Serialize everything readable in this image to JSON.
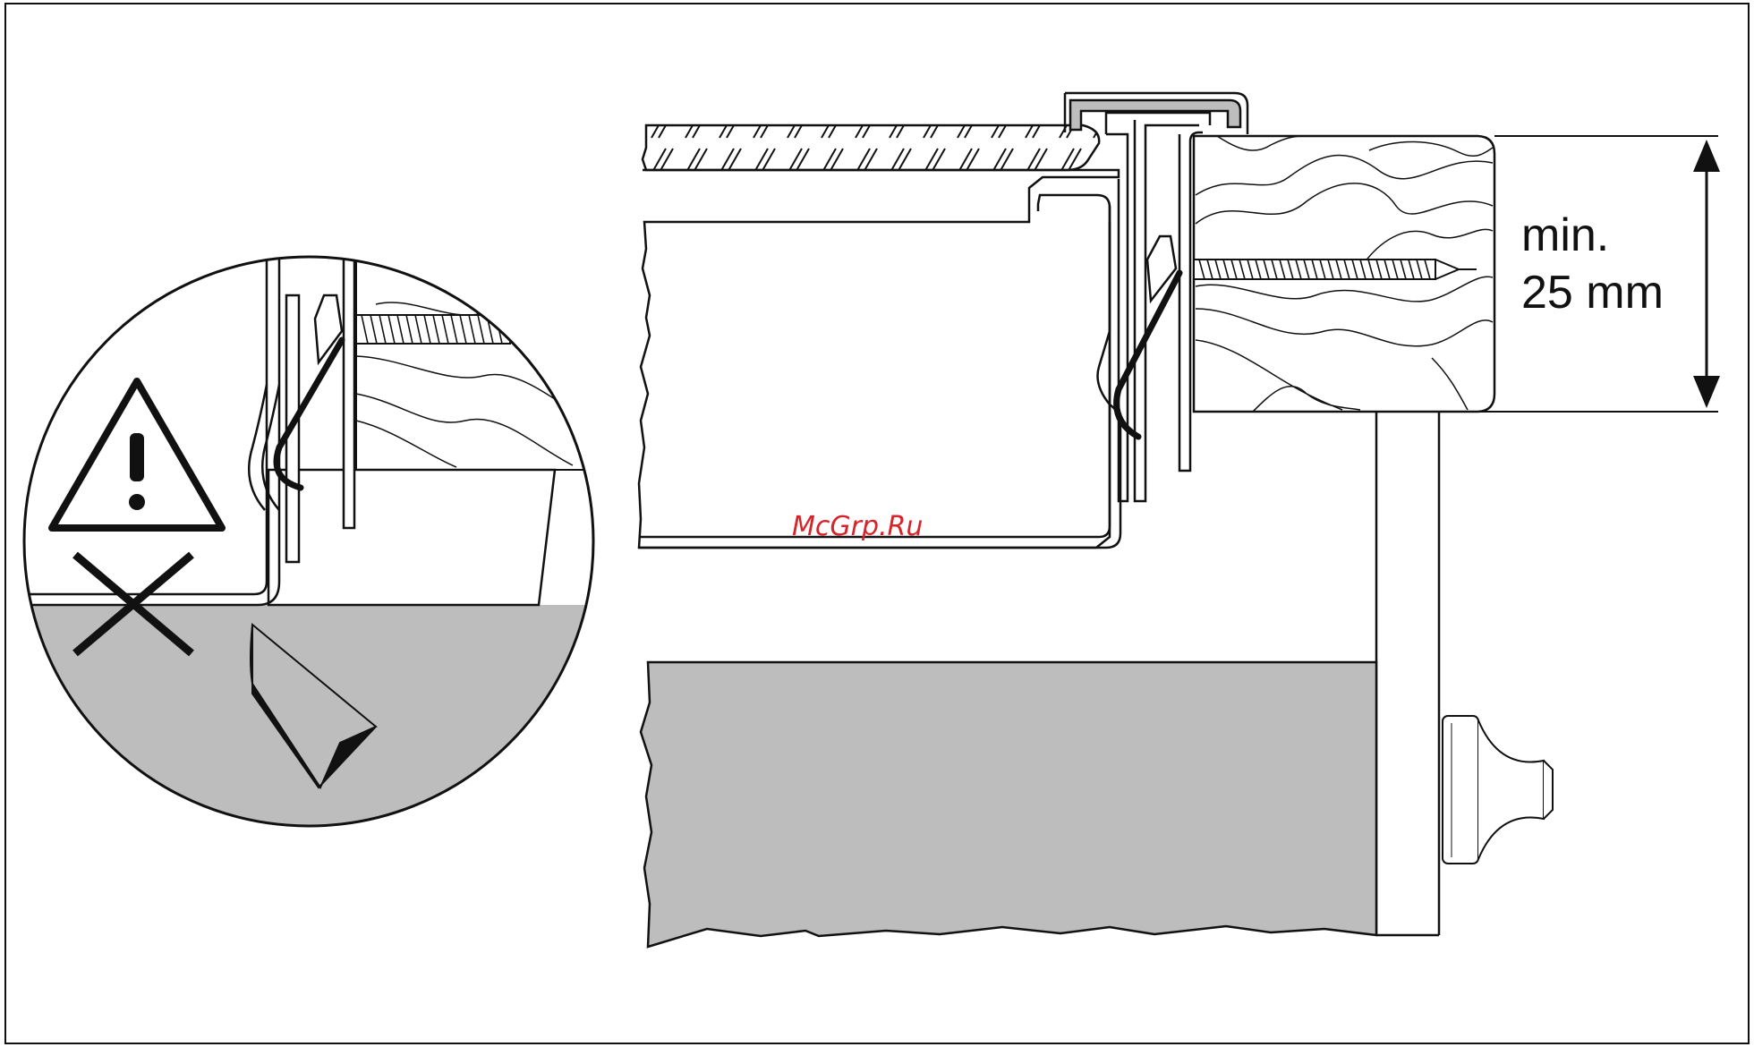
{
  "dimension": {
    "line1": "min.",
    "line2": "25 mm"
  },
  "watermark": "McGrp.Ru",
  "colors": {
    "line": "#111111",
    "panel_fill": "#bdbdbd",
    "watermark": "#d6242a",
    "background": "#ffffff"
  },
  "icons": [
    "warning-triangle-icon",
    "cross-mark-icon",
    "pointer-arrow-icon"
  ]
}
